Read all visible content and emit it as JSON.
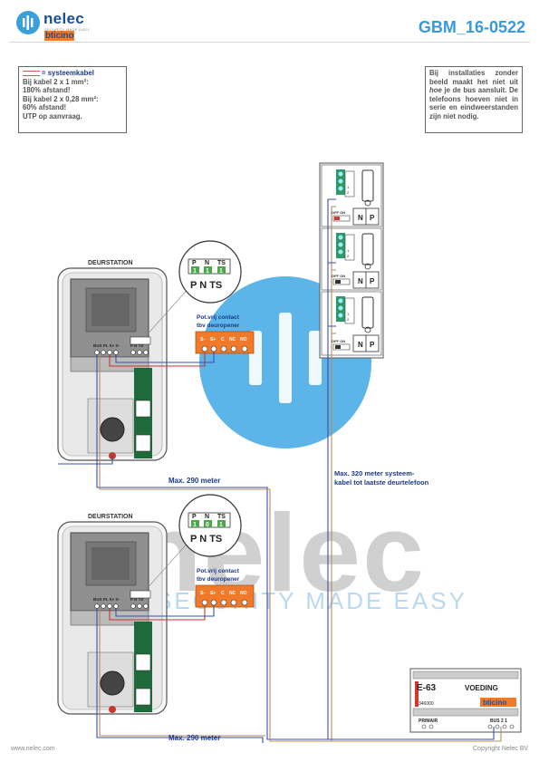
{
  "header": {
    "brand": "nelec",
    "tagline": "SECURITY MADE EASY",
    "partner": "bticino",
    "doc_code": "GBM_16-0522"
  },
  "note_left": {
    "legend": "= systeemkabel",
    "lines": [
      "Bij kabel 2 x 1 mm²:",
      "180% afstand!",
      "Bij kabel 2 x 0,28 mm²:",
      "60% afstand!",
      "UTP op aanvraag."
    ]
  },
  "note_right": {
    "text_a": "Bij installaties zonder beeld maakt het niet uit ",
    "text_em": "hoe",
    "text_b": " je de bus aansluit. De telefoons hoeven niet in serie en eindweerstanden zijn niet nodig."
  },
  "door_station_1": {
    "title": "DEURSTATION",
    "terminals": "BUS PL S+ S-",
    "switch_terminals": "P N TS",
    "dip": {
      "labels": [
        "P",
        "N",
        "TS"
      ],
      "values": [
        "1",
        "1",
        "1"
      ]
    },
    "zoom_labels": "P N TS"
  },
  "door_station_2": {
    "title": "DEURSTATION",
    "terminals": "BUS PL S+ S-",
    "switch_terminals": "P N TS",
    "dip": {
      "labels": [
        "P",
        "N",
        "TS"
      ],
      "values": [
        "1",
        "0",
        "1"
      ]
    },
    "zoom_labels": "P N TS"
  },
  "relay_1": {
    "caption_1": "Pot.vrij contact",
    "caption_2": "tbv deuropener",
    "terminals": [
      "S-",
      "S+",
      "C",
      "NC",
      "NO"
    ]
  },
  "relay_2": {
    "caption_1": "Pot.vrij contact",
    "caption_2": "tbv deuropener",
    "terminals": [
      "S-",
      "S+",
      "C",
      "NC",
      "NO"
    ]
  },
  "phones": {
    "switch_label": "OFF ON",
    "np": [
      "N",
      "P"
    ],
    "terminal_numbers": [
      "1",
      "2"
    ]
  },
  "cable_labels": {
    "max_290_a": "Max. 290 meter",
    "max_290_b": "Max. 290 meter",
    "max_320_line1": "Max. 320 meter systeem-",
    "max_320_line2": "kabel tot laatste deurtelefoon"
  },
  "power_supply": {
    "model": "E-63",
    "label": "VOEDING",
    "code": "346000",
    "brand": "bticino",
    "primary": "PRIMAIR",
    "bus": "BUS 2 1"
  },
  "watermark": {
    "text": "nelec",
    "tag": "SECURITY MADE EASY"
  },
  "footer": {
    "left": "www.nelec.com",
    "right": "Copyright Nelec BV"
  },
  "colors": {
    "accent": "#3a9ad9",
    "brand_blue": "#1b3a8c",
    "relay_orange": "#f07a2a",
    "bus_blue": "#3a4fa8",
    "bus_red": "#c0392b",
    "wire_brown": "#b58c5a"
  }
}
